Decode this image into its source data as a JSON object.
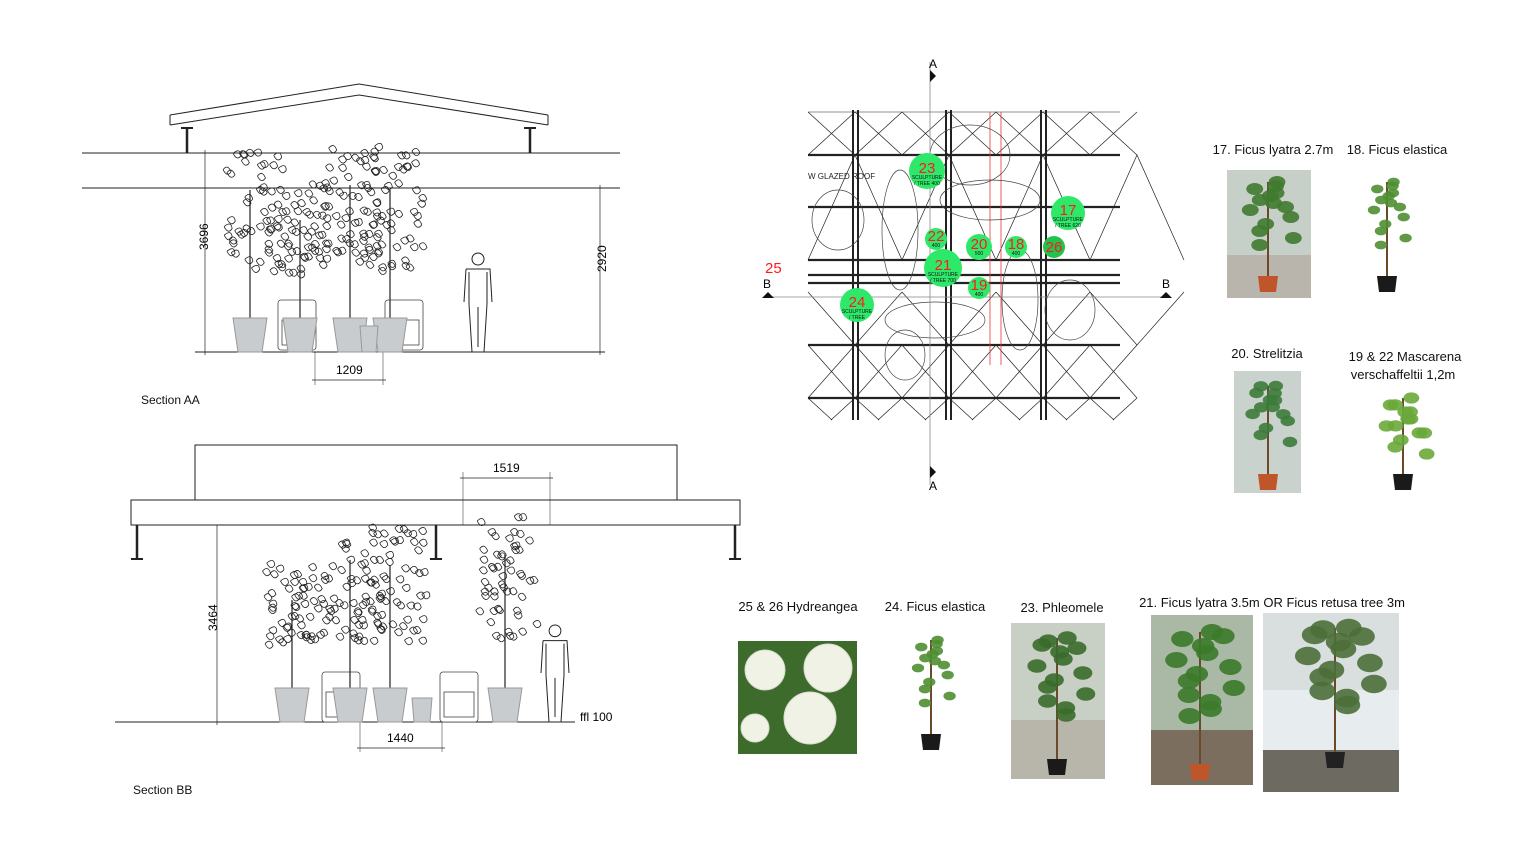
{
  "section_aa": {
    "title": "Section AA",
    "dims": {
      "height_total": "3696",
      "height_clear": "2920",
      "width": "1209"
    }
  },
  "section_bb": {
    "title": "Section BB",
    "dims": {
      "height": "3464",
      "width_top": "1519",
      "width_bottom": "1440"
    },
    "level": "ffl 100"
  },
  "plan": {
    "section_a": "A",
    "section_b": "B",
    "roof_note": "W GLAZED ROOF",
    "marker_25": "25",
    "tree_label": "SCULPTURE / TREE",
    "markers": [
      {
        "id": "23",
        "note": "SCULPTURE / TREE 400"
      },
      {
        "id": "17",
        "note": "SCULPTURE / TREE 620"
      },
      {
        "id": "22",
        "note": "400"
      },
      {
        "id": "20",
        "note": "500"
      },
      {
        "id": "18",
        "note": "400"
      },
      {
        "id": "26",
        "note": ""
      },
      {
        "id": "21",
        "note": "SCULPTURE / TREE 700"
      },
      {
        "id": "19",
        "note": "400"
      },
      {
        "id": "24",
        "note": "SCULPTURE / TREE"
      }
    ],
    "colors": {
      "marker": "#2ee86a",
      "marker_dark": "#22c24f",
      "number": "#ff1a1a"
    }
  },
  "plants": [
    {
      "label": "17. Ficus lyatra 2.7m"
    },
    {
      "label": "18. Ficus elastica"
    },
    {
      "label": "20. Strelitzia"
    },
    {
      "label_line1": "19 & 22 Mascarena",
      "label_line2": "verschaffeltii 1,2m"
    },
    {
      "label": "25 & 26 Hydreangea"
    },
    {
      "label": "24. Ficus elastica"
    },
    {
      "label": "23. Phleomele"
    },
    {
      "label": "21. Ficus lyatra 3.5m OR Ficus retusa tree 3m"
    }
  ]
}
